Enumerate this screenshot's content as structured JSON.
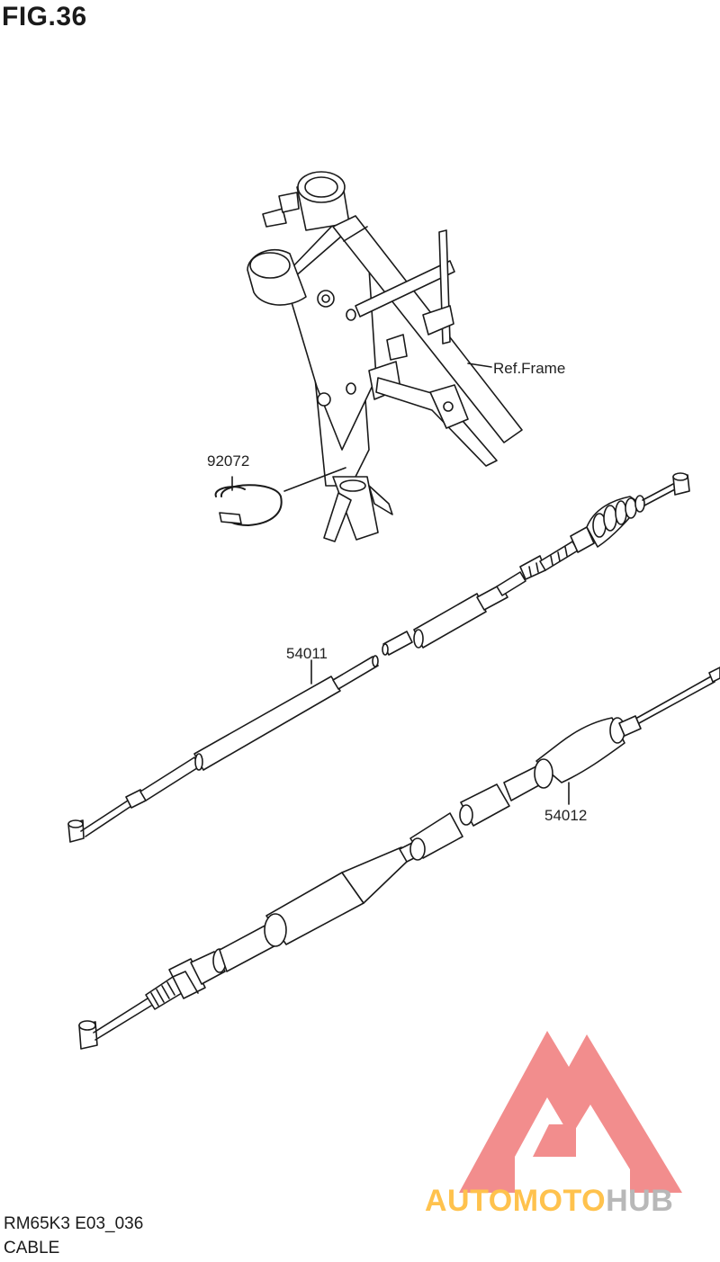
{
  "figure": {
    "title": "FIG.36"
  },
  "callouts": {
    "frame_ref": "Ref.Frame",
    "clamp": "92072",
    "clutch_cable": "54011",
    "throttle_cable": "54012"
  },
  "footer": {
    "model": "RM65K3 E03_036",
    "section": "CABLE"
  },
  "watermark": {
    "part1": "AUTO",
    "part2": "MOTO",
    "part3": "HUB"
  },
  "colors": {
    "line": "#1a1a1a",
    "fill": "#ffffff",
    "watermark_red": "#f07a7a",
    "watermark_yellow": "#ffc24d",
    "watermark_gray": "#b8b8b8"
  }
}
